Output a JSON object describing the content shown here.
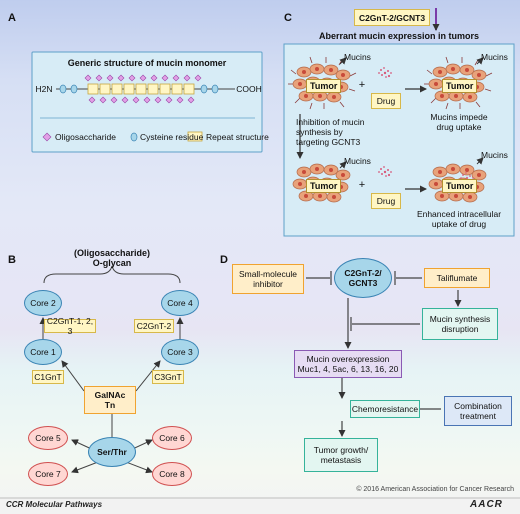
{
  "panel_a": {
    "letter": "A",
    "title": "Generic structure of mucin monomer",
    "h2n": "H2N",
    "cooh": "COOH",
    "legend": {
      "oligo": "Oligosaccharide",
      "cys": "Cysteine residue",
      "repeat": "Repeat structure"
    }
  },
  "panel_b": {
    "letter": "B",
    "title_l1": "(Oligosaccharide)",
    "title_l2": "O-glycan",
    "core1": "Core 1",
    "core2": "Core 2",
    "core3": "Core 3",
    "core4": "Core 4",
    "enz_c2_1": "C2GnT-1, 2, 3",
    "enz_c2_2": "C2GnT-2",
    "enz_c1": "C1GnT",
    "enz_c3": "C3GnT",
    "galnac_l1": "GalNAc",
    "galnac_l2": "Tn",
    "serthr": "Ser/Thr",
    "core5": "Core 5",
    "core6": "Core 6",
    "core7": "Core 7",
    "core8": "Core 8"
  },
  "panel_c": {
    "letter": "C",
    "gene": "C2GnT-2/GCNT3",
    "header": "Aberrant mucin expression in tumors",
    "mucins": "Mucins",
    "tumor": "Tumor",
    "drug": "Drug",
    "plus": "+",
    "inhibition_l1": "Inhibition of mucin",
    "inhibition_l2": "synthesis by",
    "inhibition_l3": "targeting GCNT3",
    "impede_l1": "Mucins impede",
    "impede_l2": "drug uptake",
    "enhanced_l1": "Enhanced intracellular",
    "enhanced_l2": "uptake of drug"
  },
  "panel_d": {
    "letter": "D",
    "small_mol_l1": "Small-molecule",
    "small_mol_l2": "inhibitor",
    "target_l1": "C2GnT-2/",
    "target_l2": "GCNT3",
    "taliflumate": "Taliflumate",
    "mucin_syn_l1": "Mucin synthesis",
    "mucin_syn_l2": "disruption",
    "overexp_l1": "Mucin overexpression",
    "overexp_l2": "Muc1, 4, 5ac, 6, 13, 16, 20",
    "chemo": "Chemoresistance",
    "combo_l1": "Combination",
    "combo_l2": "treatment",
    "growth_l1": "Tumor growth/",
    "growth_l2": "metastasis"
  },
  "footer": {
    "copyright": "© 2016 American Association for Cancer Research",
    "journal": "CCR Molecular Pathways",
    "logo": "AACR"
  },
  "colors": {
    "tumor_cell": "#e8a27a",
    "nucleus": "#c84a3a",
    "accent_purple": "#7a3aa8"
  }
}
